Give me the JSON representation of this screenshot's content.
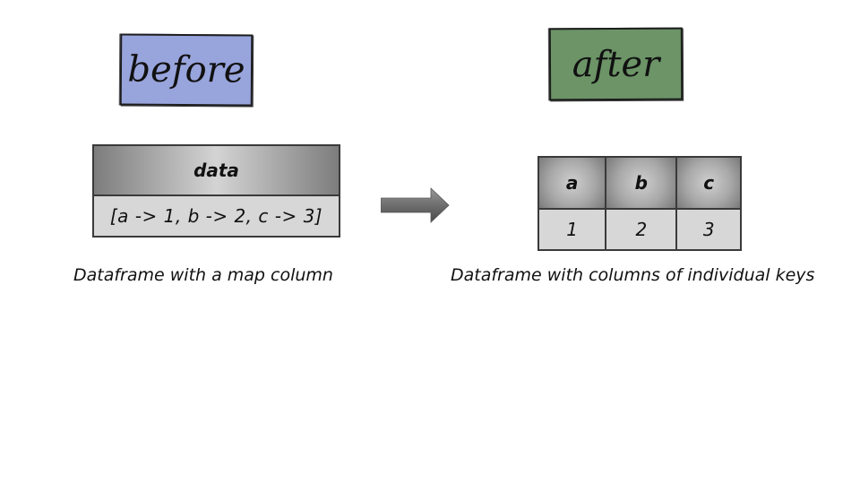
{
  "before": {
    "title": "before",
    "color": "#98a4dc",
    "table": {
      "header": "data",
      "value": "[a -> 1, b -> 2, c -> 3]"
    },
    "caption": "Dataframe with a map column"
  },
  "after": {
    "title": "after",
    "color": "#6c9467",
    "table": {
      "headers": [
        "a",
        "b",
        "c"
      ],
      "values": [
        "1",
        "2",
        "3"
      ]
    },
    "caption": "Dataframe with columns of individual keys"
  },
  "arrow": {
    "icon": "right-arrow-icon",
    "color": "#6e6e6e"
  }
}
